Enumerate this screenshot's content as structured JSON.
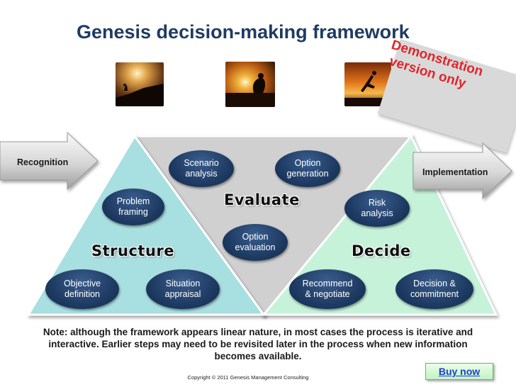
{
  "title": "Genesis decision-making framework",
  "demo_watermark": {
    "line1": "Demonstration",
    "line2": "version only"
  },
  "photos": [
    {
      "icon": "hiker-silhouette-sunset-photo"
    },
    {
      "icon": "crouching-figure-sunrise-photo"
    },
    {
      "icon": "leaping-figure-sunset-photo"
    }
  ],
  "arrows": {
    "left_label": "Recognition",
    "right_label": "Implementation"
  },
  "stages": {
    "structure": "Structure",
    "evaluate": "Evaluate",
    "decide": "Decide"
  },
  "nodes": {
    "objective_definition": "Objective\ndefinition",
    "situation_appraisal": "Situation\nappraisal",
    "problem_framing": "Problem\nframing",
    "scenario_analysis": "Scenario\nanalysis",
    "option_generation": "Option\ngeneration",
    "option_evaluation": "Option\nevaluation",
    "risk_analysis": "Risk\nanalysis",
    "recommend_negotiate": "Recommend\n& negotiate",
    "decision_commitment": "Decision &\ncommitment"
  },
  "note": "Note: although the framework appears linear nature, in most cases the process is iterative and interactive. Earlier steps may need to be revisited later in the process when new information becomes available.",
  "copyright": "Copyright © 2011 Genesis Management Consulting",
  "buy_now": "Buy now",
  "colors": {
    "title": "#1f3b63",
    "structure_fill": "#a8dfe0",
    "evaluate_fill": "#d0d0d0",
    "decide_fill": "#c6f2da",
    "node_fill": "#1e3b63",
    "watermark_text": "#e0262d",
    "buy_now_text": "#1f3fcc"
  }
}
